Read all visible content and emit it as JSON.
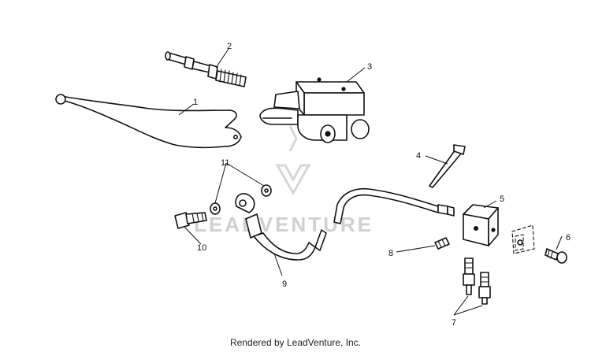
{
  "watermark": {
    "text": "LEADVENTURE"
  },
  "callouts": {
    "c1": "1",
    "c2": "2",
    "c3": "3",
    "c4": "4",
    "c5": "5",
    "c6": "6",
    "c7": "7",
    "c8": "8",
    "c9": "9",
    "c10": "10",
    "c11": "11"
  },
  "footer": {
    "text": "Rendered by LeadVenture, Inc."
  }
}
